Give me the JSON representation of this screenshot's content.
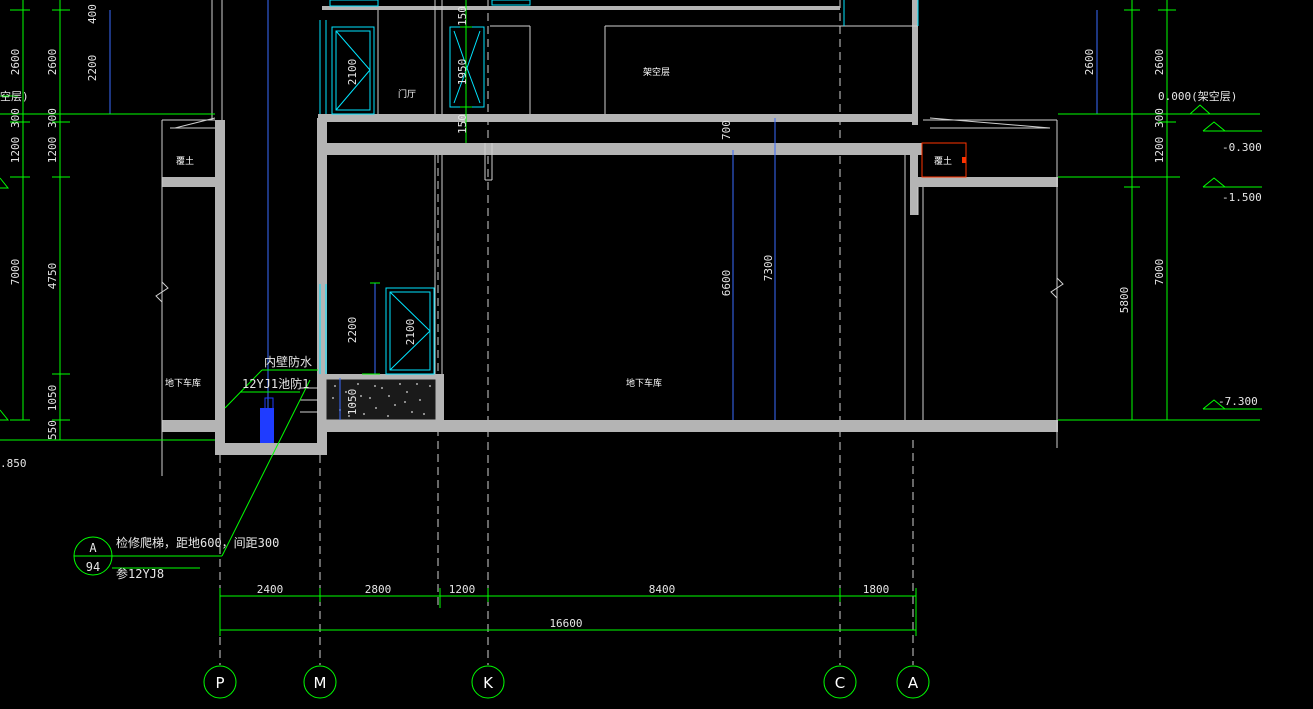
{
  "colors": {
    "background": "#000000",
    "dimension_line": "#00ff00",
    "wall_fill": "#b4b4b4",
    "glazing": "#00e5ff",
    "axis_line": "#d0d0d0",
    "height_line": "#3a6bff",
    "annotation_red": "#ff3300"
  },
  "rooms": {
    "lobby": "门厅",
    "elevated_floor_top": "架空层",
    "backfill_left": "覆土",
    "backfill_right": "覆土",
    "garage_left": "地下车库",
    "garage_center": "地下车库"
  },
  "elevations": {
    "zero": "0.000(架空层)",
    "e1": "-0.300",
    "e2": "-1.500",
    "e3": "-7.300",
    "left_partial_level": "空层)",
    "left_bottom": ".850"
  },
  "left_dims_outer": [
    "2600",
    "300",
    "1200",
    "7000"
  ],
  "left_dims_inner": [
    "400",
    "2600",
    "300",
    "1200",
    "4750",
    "1050",
    "550"
  ],
  "left_dims_extra": [
    "2200"
  ],
  "right_dims_outer": [
    "2600",
    "300",
    "1200",
    "7000"
  ],
  "right_dims_inner": [
    "2600",
    "5800"
  ],
  "interior_dims": {
    "door_upper": "2100",
    "door_upper_mid": "1950",
    "slab_upper": "150",
    "slab_lower": "150",
    "slab_thickness": "700",
    "clear_height": "6600",
    "total_height": "7300",
    "door_lower_left": "2200",
    "door_lower": "2100",
    "pit_depth": "1050"
  },
  "notes": {
    "waterproof": "内壁防水",
    "pit_ref": "12YJ1池防1",
    "ladder": "检修爬梯，距地600，间距300",
    "ladder_ref": "参12YJ8"
  },
  "detail_callout": {
    "top": "A",
    "bottom": "94"
  },
  "bottom_dims": [
    "2400",
    "2800",
    "1200",
    "8400",
    "1800"
  ],
  "bottom_total": "16600",
  "axes": [
    "P",
    "M",
    "K",
    "C",
    "A"
  ]
}
